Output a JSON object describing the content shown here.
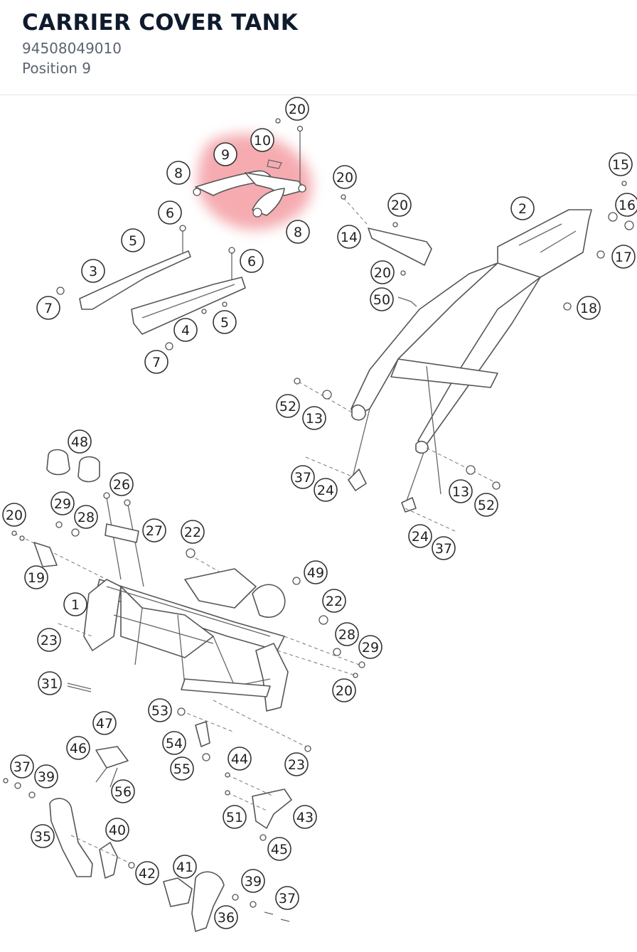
{
  "header": {
    "title": "CARRIER COVER TANK",
    "part_number": "94508049010",
    "position": "Position 9"
  },
  "diagram": {
    "highlight_color": "#f4a3a8",
    "highlighted_callout": "9",
    "callouts": [
      {
        "label": "20"
      },
      {
        "label": "10"
      },
      {
        "label": "9"
      },
      {
        "label": "8"
      },
      {
        "label": "8"
      },
      {
        "label": "20"
      },
      {
        "label": "20"
      },
      {
        "label": "2"
      },
      {
        "label": "15"
      },
      {
        "label": "16"
      },
      {
        "label": "17"
      },
      {
        "label": "18"
      },
      {
        "label": "14"
      },
      {
        "label": "20"
      },
      {
        "label": "50"
      },
      {
        "label": "6"
      },
      {
        "label": "5"
      },
      {
        "label": "3"
      },
      {
        "label": "6"
      },
      {
        "label": "7"
      },
      {
        "label": "5"
      },
      {
        "label": "4"
      },
      {
        "label": "7"
      },
      {
        "label": "52"
      },
      {
        "label": "13"
      },
      {
        "label": "48"
      },
      {
        "label": "37"
      },
      {
        "label": "24"
      },
      {
        "label": "13"
      },
      {
        "label": "52"
      },
      {
        "label": "26"
      },
      {
        "label": "29"
      },
      {
        "label": "20"
      },
      {
        "label": "28"
      },
      {
        "label": "27"
      },
      {
        "label": "22"
      },
      {
        "label": "24"
      },
      {
        "label": "37"
      },
      {
        "label": "19"
      },
      {
        "label": "49"
      },
      {
        "label": "1"
      },
      {
        "label": "22"
      },
      {
        "label": "23"
      },
      {
        "label": "28"
      },
      {
        "label": "29"
      },
      {
        "label": "31"
      },
      {
        "label": "20"
      },
      {
        "label": "53"
      },
      {
        "label": "47"
      },
      {
        "label": "54"
      },
      {
        "label": "46"
      },
      {
        "label": "44"
      },
      {
        "label": "23"
      },
      {
        "label": "37"
      },
      {
        "label": "55"
      },
      {
        "label": "39"
      },
      {
        "label": "56"
      },
      {
        "label": "51"
      },
      {
        "label": "43"
      },
      {
        "label": "35"
      },
      {
        "label": "40"
      },
      {
        "label": "45"
      },
      {
        "label": "42"
      },
      {
        "label": "41"
      },
      {
        "label": "39"
      },
      {
        "label": "37"
      },
      {
        "label": "36"
      }
    ]
  }
}
